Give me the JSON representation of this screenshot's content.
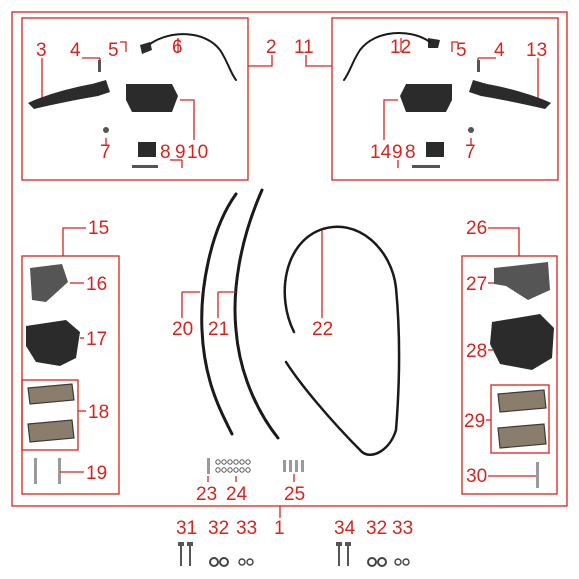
{
  "callouts": {
    "n1": "1",
    "n2": "2",
    "n3": "3",
    "n4": "4",
    "n5": "5",
    "n6": "6",
    "n7": "7",
    "n8": "8",
    "n9": "9",
    "n10": "10",
    "n11": "11",
    "n12": "12",
    "n13": "13",
    "n14": "14",
    "n15": "15",
    "n16": "16",
    "n17": "17",
    "n18": "18",
    "n19": "19",
    "n20": "20",
    "n21": "21",
    "n22": "22",
    "n23": "23",
    "n24": "24",
    "n25": "25",
    "n26": "26",
    "n27": "27",
    "n28": "28",
    "n29": "29",
    "n30": "30",
    "n31": "31",
    "n32": "32",
    "n33": "33",
    "n34": "34"
  },
  "colors": {
    "callout": "#d9231d",
    "part": "#2b2b2b"
  }
}
